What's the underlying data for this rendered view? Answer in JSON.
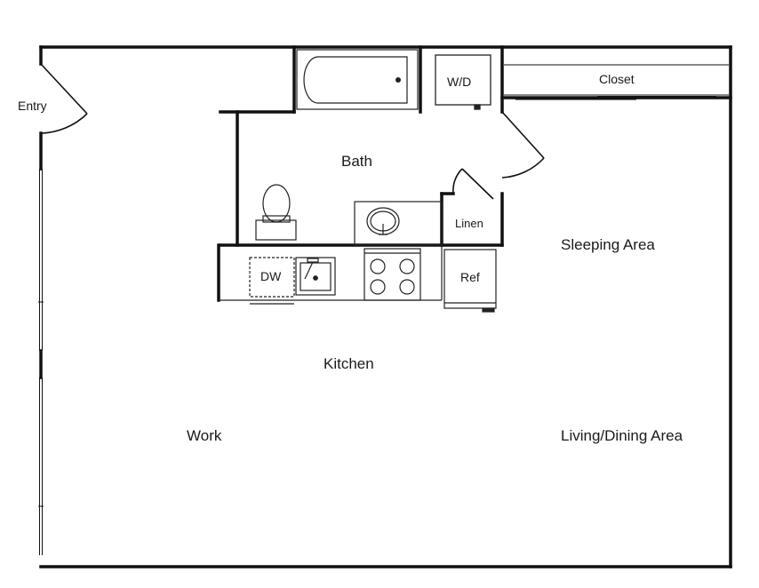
{
  "labels": {
    "entry": "Entry",
    "bath": "Bath",
    "washer_dryer": "W/D",
    "closet": "Closet",
    "linen": "Linen",
    "dishwasher": "DW",
    "refrigerator": "Ref",
    "sleeping_area": "Sleeping Area",
    "kitchen": "Kitchen",
    "work": "Work",
    "living_dining_area": "Living/Dining Area"
  },
  "colors": {
    "wall": "#111111",
    "fixture": "#222222",
    "background": "#ffffff"
  }
}
